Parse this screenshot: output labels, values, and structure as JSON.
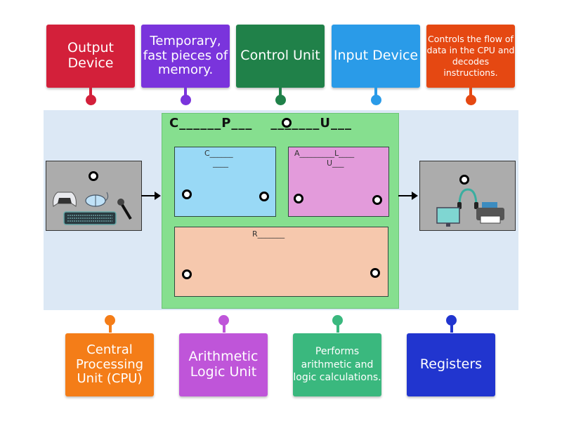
{
  "top_tiles": [
    {
      "id": "output-device",
      "text": "Output Device",
      "color": "#d3203a"
    },
    {
      "id": "registers-definition",
      "text": "Temporary, fast pieces of memory.",
      "color": "#7a34dc"
    },
    {
      "id": "control-unit",
      "text": "Control Unit",
      "color": "#208149"
    },
    {
      "id": "input-device",
      "text": "Input Device",
      "color": "#2a9be8"
    },
    {
      "id": "control-unit-definition",
      "text": "Controls the flow of data in the CPU and decodes instructions.",
      "color": "#e54812"
    }
  ],
  "bottom_tiles": [
    {
      "id": "cpu",
      "text": "Central Processing Unit (CPU)",
      "color": "#f47d18"
    },
    {
      "id": "alu",
      "text": "Arithmetic Logic Unit",
      "color": "#bf55d9"
    },
    {
      "id": "alu-definition",
      "text": "Performs arithmetic and logic calculations.",
      "color": "#3ab87e"
    },
    {
      "id": "registers",
      "text": "Registers",
      "color": "#2135cf"
    }
  ],
  "diagram": {
    "cpu_title_start": "C______P___",
    "cpu_title_end": "_______U___",
    "control_unit_hint_line1": "C______",
    "control_unit_hint_line2": "____",
    "alu_hint_line1": "A_________L____",
    "alu_hint_line2": "U___",
    "registers_hint": "R_______",
    "colors": {
      "background_panel": "#dce8f5",
      "cpu_box": "#86df8f",
      "control_unit_box": "#99d9f6",
      "alu_box": "#e39bdb",
      "registers_box": "#f6c8ad",
      "device_box": "#acacac"
    },
    "input_devices": [
      "game-controller",
      "mouse",
      "microphone",
      "keyboard"
    ],
    "output_devices": [
      "headphones",
      "monitor",
      "printer"
    ]
  }
}
